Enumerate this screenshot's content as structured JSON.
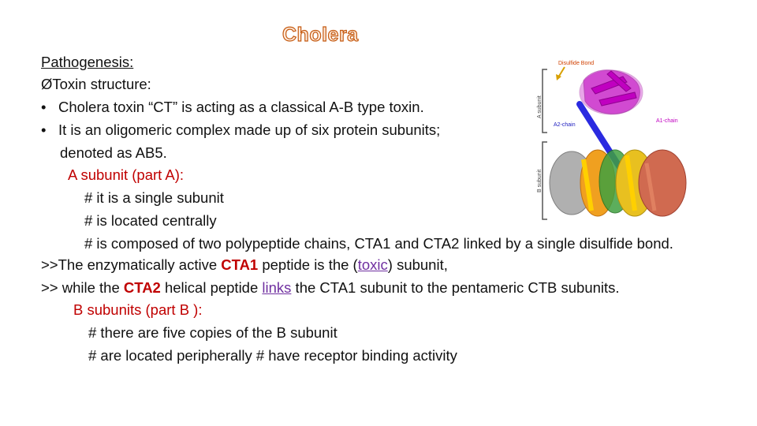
{
  "slide": {
    "title": "Cholera",
    "heading": "Pathogenesis:",
    "toxin_arrow": "Ø",
    "toxin_heading": "Toxin structure:",
    "bullet_char": "•",
    "bullet1": "Cholera toxin “CT” is acting as a classical A-B type toxin.",
    "bullet2": "It is an oligomeric complex made up of six protein subunits;",
    "bullet2_cont": "denoted as AB5.",
    "a_subunit_heading": "A subunit (part A):",
    "a_points": [
      "# it is a single subunit",
      "# is located centrally",
      "# is composed of two polypeptide chains, CTA1 and CTA2 linked by a single disulfide bond."
    ],
    "line_cta1": {
      "prefix": ">>The enzymatically active ",
      "cta1": "CTA1",
      "middle": " peptide is the (",
      "toxic": "toxic",
      "suffix": ") subunit,"
    },
    "line_cta2": {
      "prefix": ">> while the ",
      "cta2": "CTA2",
      "middle": " helical peptide ",
      "links": "links",
      "suffix": " the CTA1 subunit to the pentameric CTB subunits."
    },
    "b_subunit_heading": "B subunits (part B ):",
    "b_points": [
      "# there are five copies of the B subunit",
      "# are located peripherally # have receptor binding activity"
    ]
  },
  "figure": {
    "labels": {
      "disulfide_bond": "Disulfide Bond",
      "a_subunit": "A subunit",
      "a2_chain": "A2-chain",
      "a1_chain": "A1-chain",
      "b_subunit": "B subunit"
    }
  },
  "colors": {
    "title_fill": "#fde9d9",
    "title_stroke": "#c55a11",
    "red": "#c00000",
    "purple": "#7030a0",
    "a1_chain": "#c000c0",
    "a2_chain": "#2020c0"
  }
}
